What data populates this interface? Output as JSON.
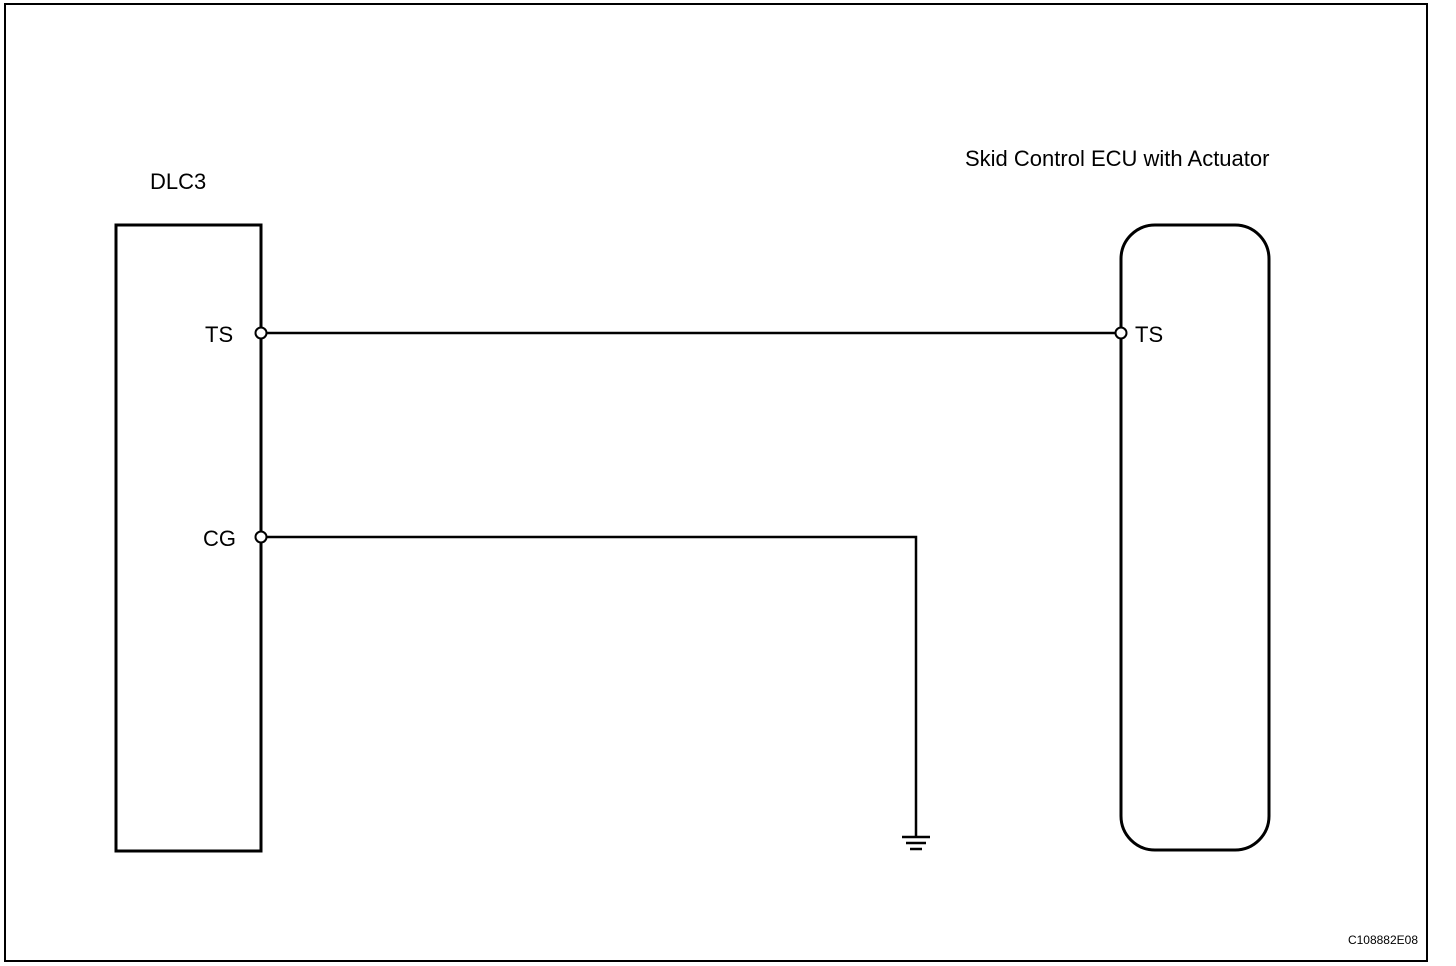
{
  "diagram": {
    "dlc3": {
      "label": "DLC3",
      "pins": {
        "ts": "TS",
        "cg": "CG"
      }
    },
    "ecu": {
      "label": "Skid Control ECU with Actuator",
      "pins": {
        "ts": "TS"
      }
    },
    "figure_code": "C108882E08"
  },
  "colors": {
    "line": "#000000",
    "background": "#ffffff"
  }
}
